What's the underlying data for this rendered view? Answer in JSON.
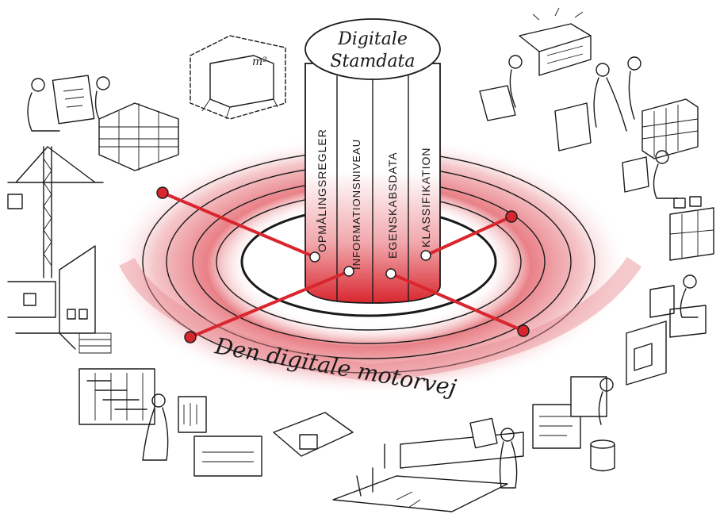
{
  "diagram": {
    "cylinder_title_line1": "Digitale",
    "cylinder_title_line2": "Stamdata",
    "columns": [
      "OPMÅLINGSREGLER",
      "INFORMATIONSNIVEAU",
      "EGENSKABSDATA",
      "KLASSIFIKATION"
    ],
    "ring_label": "Den digitale motorvej",
    "sketch_label": "m²",
    "colors": {
      "accent": "#d9262e",
      "ring_light": "#f4c9cb",
      "ring_mid": "#e98a90",
      "ink": "#1a1a1a"
    }
  }
}
